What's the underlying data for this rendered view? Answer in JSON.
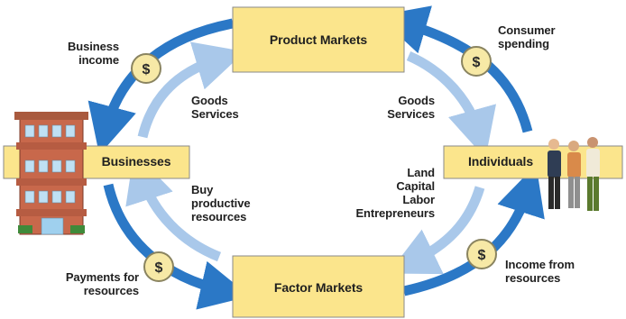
{
  "boxes": {
    "product_markets": "Product Markets",
    "factor_markets": "Factor Markets",
    "businesses": "Businesses",
    "individuals": "Individuals"
  },
  "flows": {
    "business_income": [
      "Business",
      "income"
    ],
    "goods_services_left": [
      "Goods",
      "Services"
    ],
    "goods_services_right": [
      "Goods",
      "Services"
    ],
    "consumer_spending": [
      "Consumer",
      "spending"
    ],
    "buy_productive_resources": [
      "Buy",
      "productive",
      "resources"
    ],
    "land_capital_labor": [
      "Land",
      "Capital",
      "Labor",
      "Entrepreneurs"
    ],
    "payments_for_resources": [
      "Payments for",
      "resources"
    ],
    "income_from_resources": [
      "Income from",
      "resources"
    ]
  },
  "money_symbol": "$",
  "colors": {
    "box_fill": "#fbe58c",
    "box_stroke": "#8a8a8a",
    "arrow_dark": "#2b78c6",
    "arrow_light": "#a9c8ea",
    "coin_fill": "#f7e9a6",
    "coin_stroke": "#8a8460"
  }
}
